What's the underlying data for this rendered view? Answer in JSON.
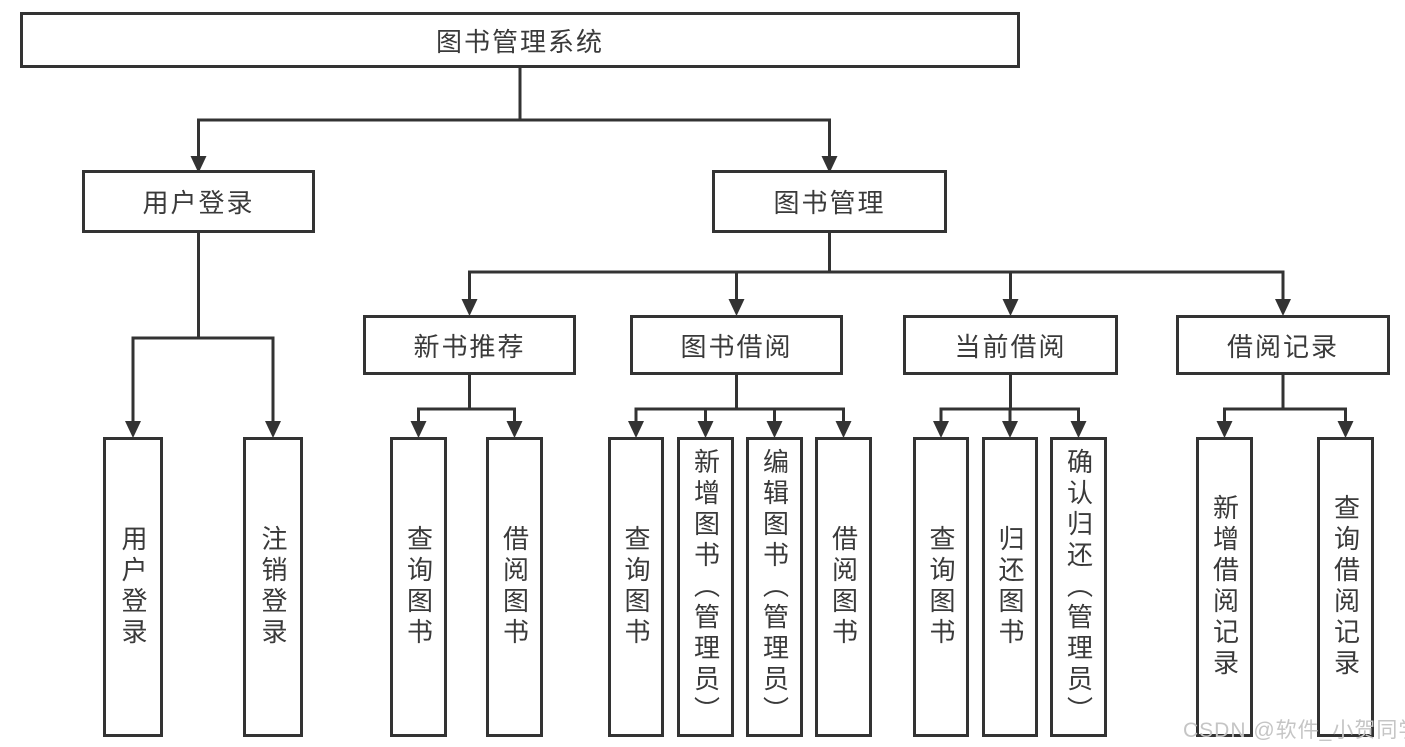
{
  "diagram_title": "图书管理系统",
  "nodes": {
    "root": "图书管理系统",
    "user_login": "用户登录",
    "book_mgmt": "图书管理",
    "new_book_rec": "新书推荐",
    "book_borrow": "图书借阅",
    "current_borrow": "当前借阅",
    "borrow_records": "借阅记录",
    "leaf_user_login": "用户登录",
    "leaf_logout": "注销登录",
    "leaf_rec_query_books": "查询图书",
    "leaf_rec_borrow_books": "借阅图书",
    "leaf_bb_query_books": "查询图书",
    "leaf_bb_add_books": "新增图书（管理员）",
    "leaf_bb_edit_books": "编辑图书（管理员）",
    "leaf_bb_borrow_books": "借阅图书",
    "leaf_cb_query_books": "查询图书",
    "leaf_cb_return_books": "归还图书",
    "leaf_cb_confirm_return": "确认归还（管理员）",
    "leaf_br_add_record": "新增借阅记录",
    "leaf_br_query_record": "查询借阅记录"
  },
  "watermark": "CSDN @软件_小贺同学",
  "colors": {
    "line": "#333333",
    "text": "#3a3a3a",
    "background": "#ffffff",
    "watermark": "#c5c5c5"
  }
}
